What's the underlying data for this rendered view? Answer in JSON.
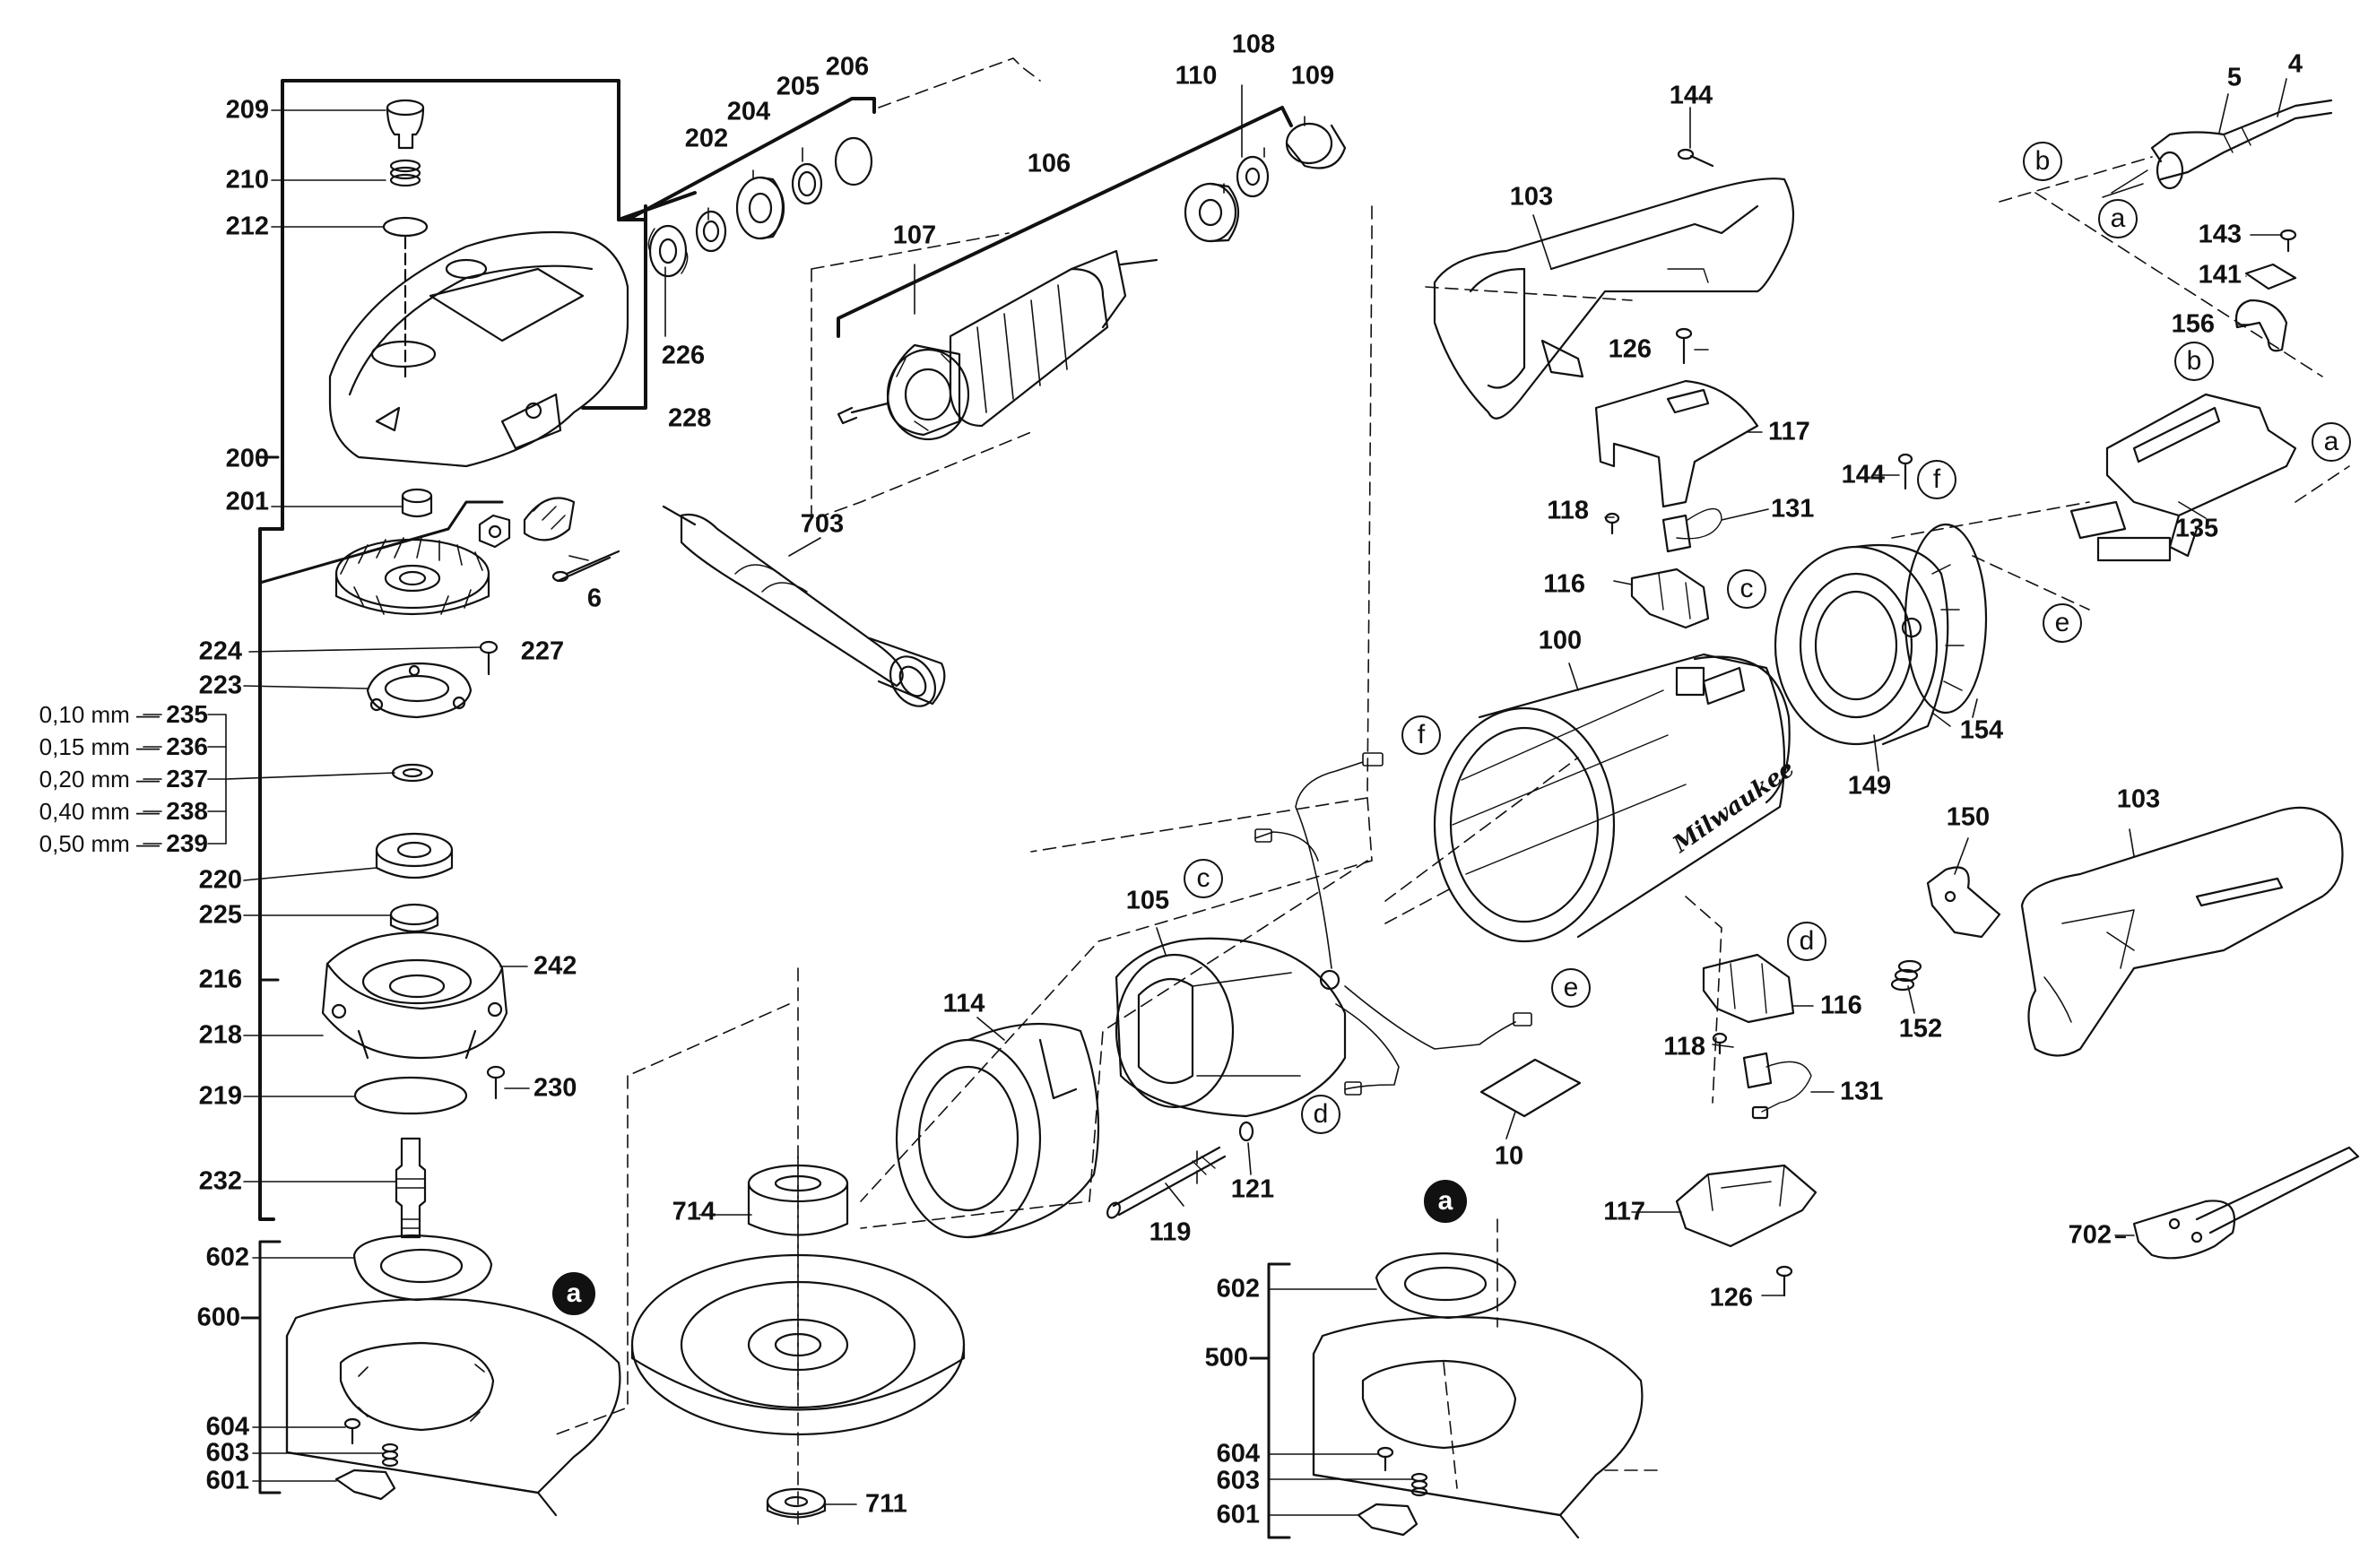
{
  "part_labels": {
    "p209": "209",
    "p210": "210",
    "p212": "212",
    "p200": "200",
    "p201": "201",
    "p224": "224",
    "p223": "223",
    "p220": "220",
    "p225": "225",
    "p216": "216",
    "p218": "218",
    "p219": "219",
    "p232": "232",
    "p602": "602",
    "p600": "600",
    "p604": "604",
    "p603": "603",
    "p601": "601",
    "p242": "242",
    "p230": "230",
    "p202": "202",
    "p204": "204",
    "p205": "205",
    "p206": "206",
    "p226": "226",
    "p228": "228",
    "p227": "227",
    "p6": "6",
    "p703": "703",
    "p106": "106",
    "p107": "107",
    "p108": "108",
    "p110": "110",
    "p109": "109",
    "p714": "714",
    "p711": "711",
    "p114": "114",
    "p105": "105",
    "p119": "119",
    "p121": "121",
    "p100": "100",
    "p10": "10",
    "p144a": "144",
    "p103a": "103",
    "p126a": "126",
    "p117a": "117",
    "p118a": "118",
    "p131a": "131",
    "p116a": "116",
    "p144b": "144",
    "p149": "149",
    "p154": "154",
    "p5": "5",
    "p4": "4",
    "p143": "143",
    "p141": "141",
    "p156": "156",
    "p135": "135",
    "p150": "150",
    "p152": "152",
    "p103b": "103",
    "p116b": "116",
    "p118b": "118",
    "p131b": "131",
    "p117b": "117",
    "p126b": "126",
    "p702": "702",
    "p602b": "602",
    "p500": "500",
    "p604b": "604",
    "p603b": "603",
    "p601b": "601"
  },
  "shims": [
    {
      "thickness": "0,10 mm",
      "part": "235"
    },
    {
      "thickness": "0,15 mm",
      "part": "236"
    },
    {
      "thickness": "0,20 mm",
      "part": "237"
    },
    {
      "thickness": "0,40 mm",
      "part": "238"
    },
    {
      "thickness": "0,50 mm",
      "part": "239"
    }
  ],
  "connectors": {
    "a1": "a",
    "a2": "a",
    "a3": "a",
    "a4": "a",
    "b1": "b",
    "b2": "b",
    "c1": "c",
    "c2": "c",
    "d1": "d",
    "d2": "d",
    "e1": "e",
    "e2": "e",
    "f1": "f",
    "f2": "f"
  },
  "brand_mark": "Milwaukee"
}
